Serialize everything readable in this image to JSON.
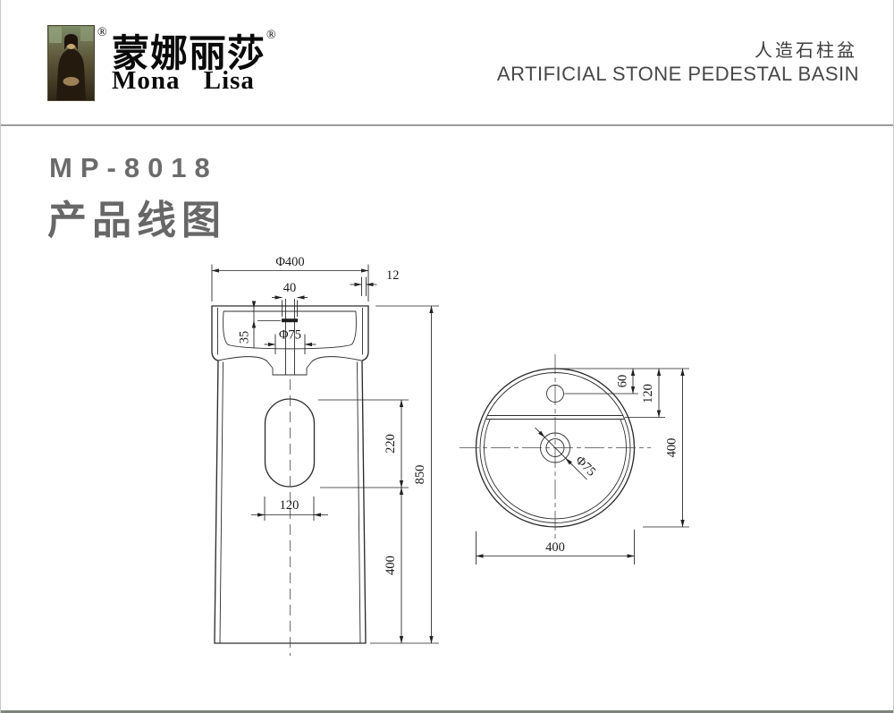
{
  "header": {
    "brand_cn": "蒙娜丽莎",
    "brand_en": "Mona  Lisa",
    "reg": "®",
    "product_cn": "人造石柱盆",
    "product_en": "ARTIFICIAL STONE PEDESTAL BASIN"
  },
  "title": {
    "model": "MP-8018",
    "subtitle_cn": "产品线图"
  },
  "dims": {
    "front": {
      "dia": "Φ400",
      "slot": "40",
      "wall": "12",
      "depth": "35",
      "drain": "Φ75",
      "cutout_h": "220",
      "height": "850",
      "cutout_w": "120",
      "base": "400"
    },
    "top": {
      "faucet": "60",
      "deck": "120",
      "depth": "400",
      "drain": "Φ75",
      "width": "400"
    }
  },
  "colors": {
    "line": "#2d2d2d",
    "accent_bar": "#7d847c",
    "title_gray": "#676767"
  }
}
